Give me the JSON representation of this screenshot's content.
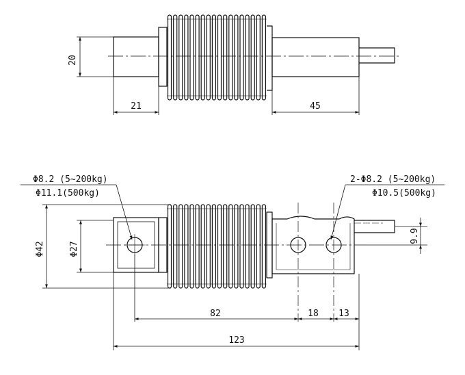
{
  "top_view": {
    "dim_height": "20",
    "dim_left_length": "21",
    "dim_right_length": "45"
  },
  "front_view": {
    "left_hole_note_line1": "Φ8.2 (5~200kg)",
    "left_hole_note_line2": "Φ11.1(500kg)",
    "right_hole_note_line1": "2-Φ8.2 (5~200kg)",
    "right_hole_note_line2": "Φ10.5(500kg)",
    "dim_outer_diameter": "Φ42",
    "dim_inner_diameter": "Φ27",
    "dim_offset": "9.9",
    "dim_hole_span": "82",
    "dim_hole_pitch": "18",
    "dim_end_margin": "13",
    "dim_total_length": "123"
  },
  "colors": {
    "line": "#111111",
    "background": "#ffffff"
  }
}
